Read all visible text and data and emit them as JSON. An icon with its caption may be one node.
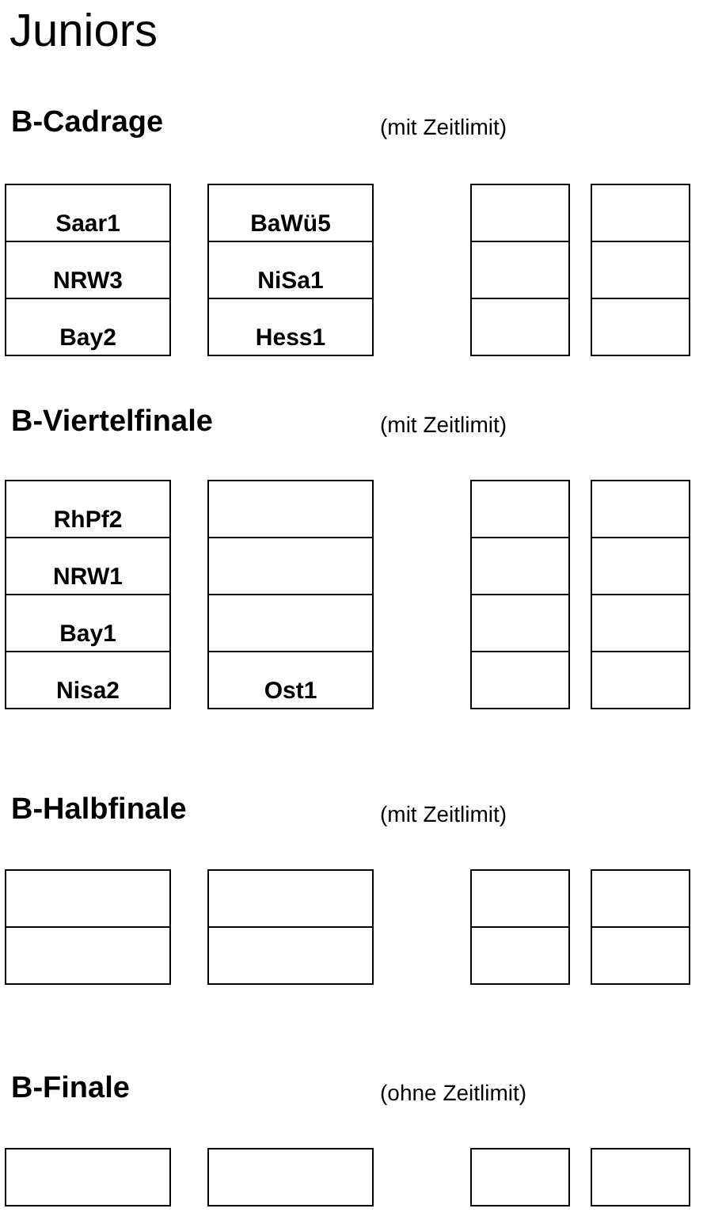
{
  "diagram": {
    "title": "Juniors",
    "nodes": [
      {
        "text": [
          "Saar1"
        ]
      },
      {
        "text": [
          "BaWü5"
        ]
      },
      {
        "text": [],
        "shape": "box"
      },
      {
        "text": [],
        "shape": "box"
      },
      {
        "text": [
          "NRW3"
        ]
      },
      {
        "text": [
          "NiSa1"
        ]
      },
      {
        "text": [],
        "shape": "box"
      },
      {
        "text": [],
        "shape": "box"
      },
      {
        "text": [
          "Bay2"
        ]
      },
      {
        "text": [
          "Hess1"
        ]
      },
      {
        "text": [],
        "shape": "box"
      },
      {
        "text": [],
        "shape": "box"
      },
      {
        "text": [
          "RhPf2"
        ]
      },
      {
        "text": [],
        "shape": "box"
      },
      {
        "text": [],
        "shape": "box"
      },
      {
        "text": [],
        "shape": "box"
      },
      {
        "text": [
          "NRW1"
        ]
      },
      {
        "text": [],
        "shape": "box"
      },
      {
        "text": [],
        "shape": "box"
      },
      {
        "text": [],
        "shape": "box"
      },
      {
        "text": [
          "Bay1"
        ]
      },
      {
        "text": [],
        "shape": "box"
      },
      {
        "text": [],
        "shape": "box"
      },
      {
        "text": [],
        "shape": "box"
      },
      {
        "text": [
          "Nisa2"
        ]
      },
      {
        "text": [
          "Ost1"
        ]
      },
      {
        "text": [],
        "shape": "box"
      },
      {
        "text": [],
        "shape": "box"
      },
      {
        "text": [],
        "shape": "box"
      },
      {
        "text": [],
        "shape": "box"
      },
      {
        "text": [],
        "shape": "box"
      },
      {
        "text": [],
        "shape": "box"
      },
      {
        "text": [],
        "shape": "box"
      },
      {
        "text": [],
        "shape": "box"
      },
      {
        "text": [],
        "shape": "box"
      },
      {
        "text": [],
        "shape": "box"
      },
      {
        "text": [],
        "shape": "box"
      },
      {
        "text": [],
        "shape": "box"
      },
      {
        "text": [],
        "shape": "box"
      },
      {
        "text": [],
        "shape": "box"
      }
    ],
    "labels": [
      "B-Cadrage",
      "(mit Zeitlimit)",
      "B-Viertelfinale",
      "(mit Zeitlimit)",
      "B-Halbfinale",
      "(mit Zeitlimit)",
      "B-Finale",
      "(ohne Zeitlimit)"
    ]
  }
}
